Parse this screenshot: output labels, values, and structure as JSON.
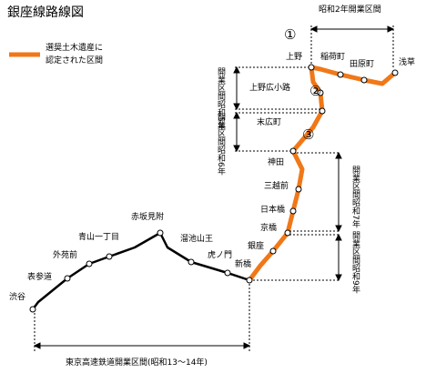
{
  "title": "銀座線路線図",
  "legend": {
    "text_line1": "選奨土木遺産に",
    "text_line2": "認定された区間",
    "color": "#f07818"
  },
  "colors": {
    "route_black": "#000000",
    "route_orange": "#f07818",
    "station_fill": "#ffffff"
  },
  "stations": {
    "asakusa": "浅草",
    "tawaramachi": "田原町",
    "inaricho": "稲荷町",
    "ueno": "上野",
    "ueno_hirokoji": "上野広小路",
    "suehirocho": "末広町",
    "kanda": "神田",
    "mitsukoshimae": "三越前",
    "nihonbashi": "日本橋",
    "kyobashi": "京橋",
    "ginza": "銀座",
    "shimbashi": "新橋",
    "toranomon": "虎ノ門",
    "tameike_sanno": "溜池山王",
    "akasaka_mitsuke": "赤坂見附",
    "aoyama_itchome": "青山一丁目",
    "gaienmae": "外苑前",
    "omotesando": "表参道",
    "shibuya": "渋谷"
  },
  "sections": {
    "s1": {
      "marker": "①",
      "label": "昭和2年開業区間"
    },
    "s2": {
      "marker": "②",
      "label": "開業区間昭和5年"
    },
    "s3": {
      "marker": "③",
      "label": "開業区間昭和6年"
    },
    "s4": {
      "label": "開業区間昭和7年"
    },
    "s5": {
      "label": "開業区間昭和9年"
    },
    "tokyo_rapid": {
      "label": "東京高速鉄道開業区間(昭和13～14年)"
    }
  }
}
